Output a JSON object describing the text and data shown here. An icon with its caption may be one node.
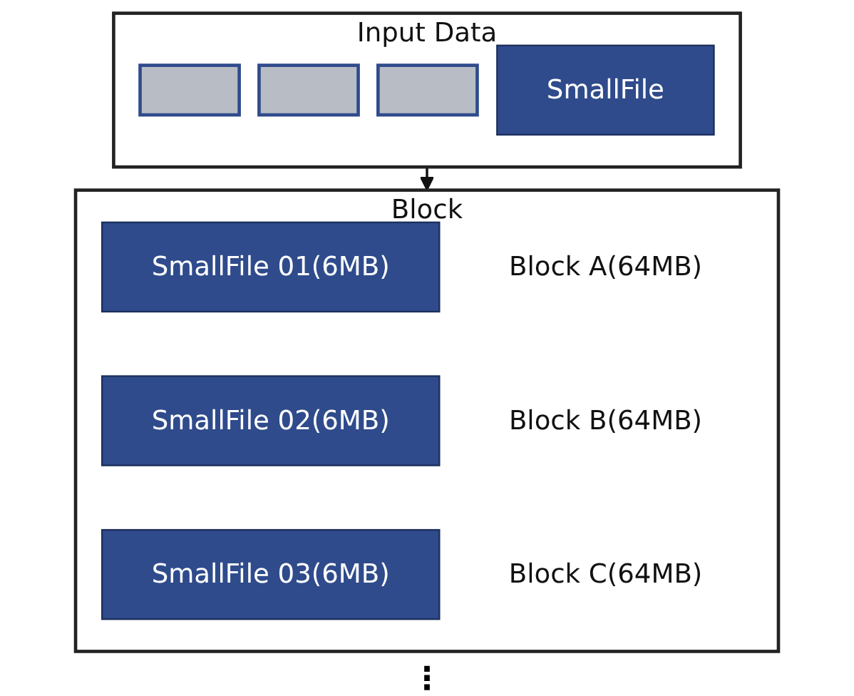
{
  "diagram": {
    "nodes": [
      {
        "text": [
          "Input Data"
        ]
      },
      {
        "text": [],
        "shape": "box",
        "in": 0
      },
      {
        "text": [],
        "shape": "box",
        "in": 0
      },
      {
        "text": [],
        "shape": "box",
        "in": 0
      },
      {
        "text": [
          "SmallFile"
        ],
        "in": 0
      },
      {
        "text": [
          "Block"
        ]
      },
      {
        "text": [
          "SmallFile 01(6MB)"
        ],
        "in": 5,
        "beside": [
          "Block A(64MB)"
        ]
      },
      {
        "text": [
          "SmallFile 02(6MB)"
        ],
        "in": 5,
        "beside": [
          "Block B(64MB)"
        ]
      },
      {
        "text": [
          "SmallFile 03(6MB)"
        ],
        "in": 5,
        "beside": [
          "Block C(64MB)"
        ]
      }
    ],
    "edges": [
      {
        "from": 0,
        "to": 5,
        "arrow": "to"
      }
    ],
    "labels": [
      "⋮"
    ]
  }
}
